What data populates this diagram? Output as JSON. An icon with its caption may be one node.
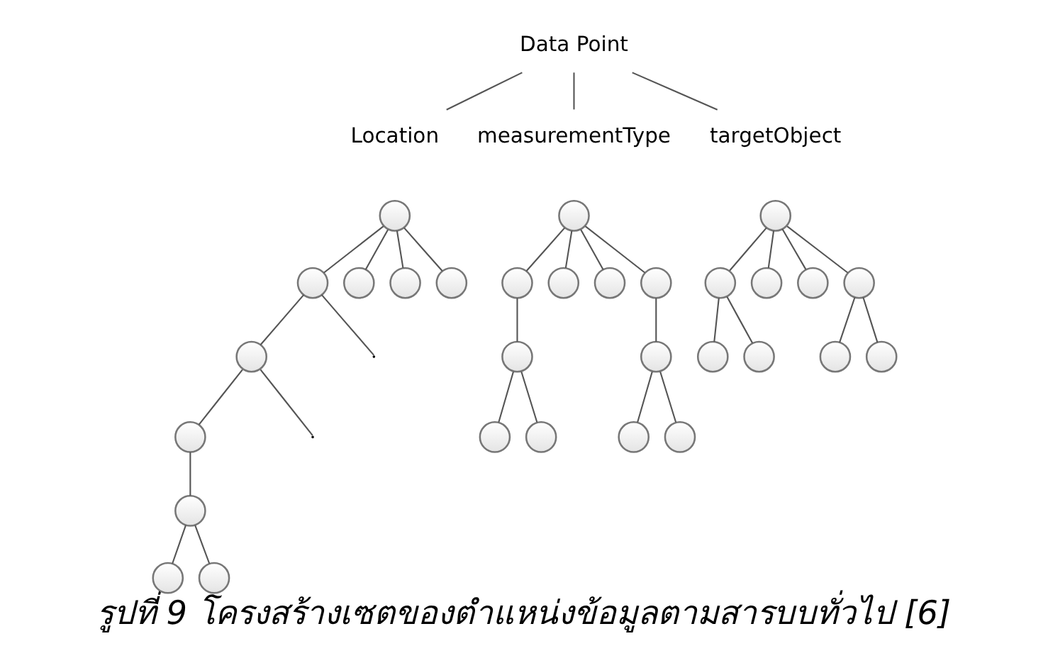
{
  "diagram": {
    "caption": "รูปที่ 9 โครงสร้างเซตของตำแหน่งข้อมูลตามสารบบทั่วไป [6]",
    "nodes": [
      {
        "text": [
          "Data Point"
        ]
      },
      {
        "text": [
          "Location"
        ]
      },
      {
        "text": [
          "measurementType"
        ]
      },
      {
        "text": [
          "targetObject"
        ]
      },
      {
        "text": [],
        "shape": "circle"
      },
      {
        "text": [],
        "shape": "circle"
      },
      {
        "text": [],
        "shape": "circle"
      },
      {
        "text": [],
        "shape": "circle"
      },
      {
        "text": [],
        "shape": "circle"
      },
      {
        "text": [],
        "shape": "circle"
      },
      {
        "text": [],
        "shape": "circle"
      },
      {
        "text": [],
        "shape": "circle"
      },
      {
        "text": [],
        "shape": "circle"
      },
      {
        "text": [],
        "shape": "circle"
      },
      {
        "text": [],
        "shape": "circle"
      },
      {
        "text": [],
        "shape": "circle"
      },
      {
        "text": [],
        "shape": "circle"
      },
      {
        "text": [],
        "shape": "circle"
      },
      {
        "text": [],
        "shape": "circle"
      },
      {
        "text": [],
        "shape": "circle"
      },
      {
        "text": [],
        "shape": "circle"
      },
      {
        "text": [],
        "shape": "circle"
      },
      {
        "text": [],
        "shape": "circle"
      },
      {
        "text": [],
        "shape": "circle"
      },
      {
        "text": [],
        "shape": "circle"
      },
      {
        "text": [],
        "shape": "circle"
      },
      {
        "text": [],
        "shape": "circle"
      },
      {
        "text": [],
        "shape": "circle"
      },
      {
        "text": [],
        "shape": "circle"
      },
      {
        "text": [],
        "shape": "circle"
      },
      {
        "text": [],
        "shape": "circle"
      },
      {
        "text": [],
        "shape": "circle"
      },
      {
        "text": [],
        "shape": "circle"
      },
      {
        "text": [],
        "shape": "circle"
      }
    ],
    "edges": [
      {
        "from": 0,
        "to": 1,
        "arrow": "none"
      },
      {
        "from": 0,
        "to": 2,
        "arrow": "none"
      },
      {
        "from": 0,
        "to": 3,
        "arrow": "none"
      },
      {
        "from": 4,
        "to": 5,
        "arrow": "none"
      },
      {
        "from": 4,
        "to": 6,
        "arrow": "none"
      },
      {
        "from": 4,
        "to": 7,
        "arrow": "none"
      },
      {
        "from": 4,
        "to": 8,
        "arrow": "none"
      },
      {
        "from": 5,
        "to": 9,
        "arrow": "none"
      },
      {
        "from": 5,
        "to": null,
        "arrow": "none"
      },
      {
        "from": 9,
        "to": 10,
        "arrow": "none"
      },
      {
        "from": 9,
        "to": null,
        "arrow": "none"
      },
      {
        "from": 10,
        "to": 11,
        "arrow": "none"
      },
      {
        "from": 11,
        "to": 12,
        "arrow": "none"
      },
      {
        "from": 11,
        "to": 13,
        "arrow": "none"
      },
      {
        "from": 14,
        "to": 15,
        "arrow": "none"
      },
      {
        "from": 14,
        "to": 16,
        "arrow": "none"
      },
      {
        "from": 14,
        "to": 17,
        "arrow": "none"
      },
      {
        "from": 14,
        "to": 18,
        "arrow": "none"
      },
      {
        "from": 15,
        "to": 19,
        "arrow": "none"
      },
      {
        "from": 18,
        "to": 20,
        "arrow": "none"
      },
      {
        "from": 19,
        "to": 21,
        "arrow": "none"
      },
      {
        "from": 19,
        "to": 22,
        "arrow": "none"
      },
      {
        "from": 20,
        "to": 23,
        "arrow": "none"
      },
      {
        "from": 20,
        "to": 24,
        "arrow": "none"
      },
      {
        "from": 25,
        "to": 26,
        "arrow": "none"
      },
      {
        "from": 25,
        "to": 27,
        "arrow": "none"
      },
      {
        "from": 25,
        "to": 28,
        "arrow": "none"
      },
      {
        "from": 25,
        "to": 29,
        "arrow": "none"
      },
      {
        "from": 26,
        "to": 30,
        "arrow": "none"
      },
      {
        "from": 26,
        "to": 31,
        "arrow": "none"
      },
      {
        "from": 29,
        "to": 32,
        "arrow": "none"
      },
      {
        "from": 29,
        "to": 33,
        "arrow": "none"
      }
    ]
  }
}
